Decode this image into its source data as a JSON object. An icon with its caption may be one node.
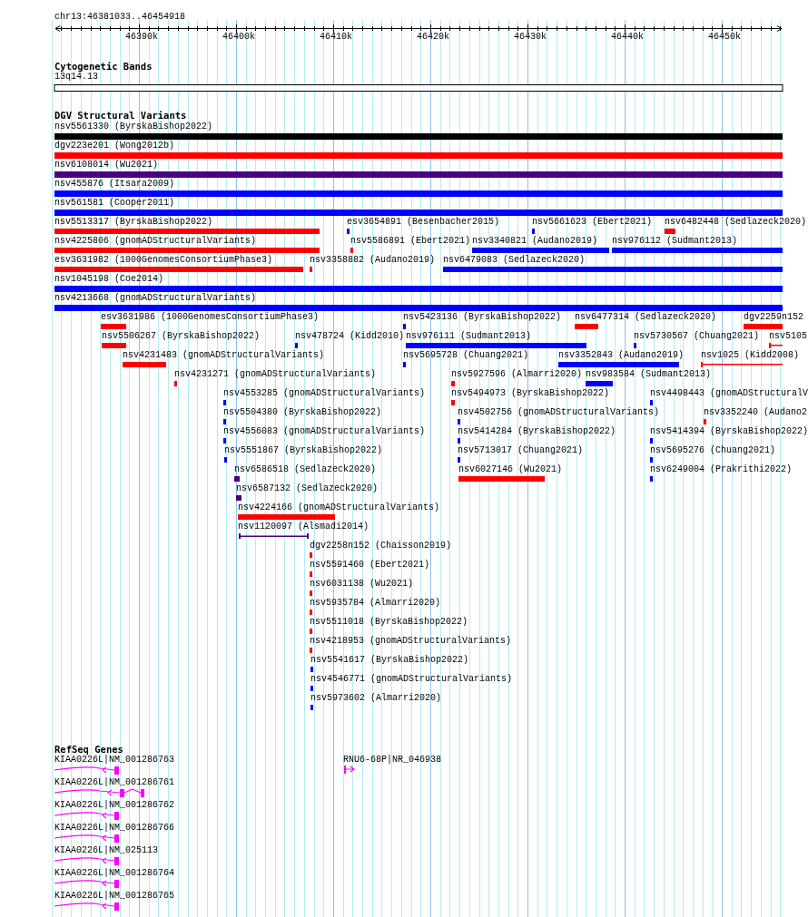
{
  "diagram": {
    "title": "chr13:46381033..46454918",
    "labels": [
      "46390k",
      "46400k",
      "46410k",
      "46420k",
      "46430k",
      "46440k",
      "46450k",
      "Cytogenetic Bands",
      "13q14.13",
      "DGV Structural Variants",
      "nsv5561330 (ByrskaBishop2022)",
      "dgv223e201 (Wong2012b)",
      "nsv6108014 (Wu2021)",
      "nsv455876 (Itsara2009)",
      "nsv561581 (Cooper2011)",
      "nsv5513317 (ByrskaBishop2022)",
      "esv3654891 (Besenbacher2015)",
      "nsv5661623 (Ebert2021)",
      "nsv6482448 (Sedlazeck2020)",
      "nsv4225806 (gnomADStructuralVariants)",
      "nsv5586891 (Ebert2021)",
      "nsv3340821 (Audano2019)",
      "nsv976112 (Sudmant2013)",
      "esv3631982 (1000GenomesConsortiumPhase3)",
      "nsv3358882 (Audano2019)",
      "nsv6479083 (Sedlazeck2020)",
      "nsv1045198 (Coe2014)",
      "nsv4213668 (gnomADStructuralVariants)",
      "esv3631986 (1000GenomesConsortiumPhase3)",
      "nsv5423136 (ByrskaBishop2022)",
      "nsv6477314 (Sedlazeck2020)",
      "dgv2259n152",
      "nsv5506267 (ByrskaBishop2022)",
      "nsv478724 (Kidd2010)",
      "nsv976111 (Sudmant2013)",
      "nsv5730567 (Chuang2021)",
      "nsv5105",
      "nsv4231483 (gnomADStructuralVariants)",
      "nsv5695728 (Chuang2021)",
      "nsv3352843 (Audano2019)",
      "nsv1025 (Kidd2008)",
      "nsv4231271 (gnomADStructuralVariants)",
      "nsv5927596 (Almarri2020)",
      "nsv983584 (Sudmant2013)",
      "nsv4553285 (gnomADStructuralVariants)",
      "nsv5494973 (ByrskaBishop2022)",
      "nsv4498443 (gnomADStructuralV",
      "nsv5504380 (ByrskaBishop2022)",
      "nsv4502756 (gnomADStructuralVariants)",
      "nsv3352240 (Audano2",
      "nsv4556083 (gnomADStructuralVariants)",
      "nsv5414284 (ByrskaBishop2022)",
      "nsv5414394 (ByrskaBishop2022)",
      "nsv5551867 (ByrskaBishop2022)",
      "nsv5713017 (Chuang2021)",
      "nsv5695276 (Chuang2021)",
      "nsv6586518 (Sedlazeck2020)",
      "nsv6027146 (Wu2021)",
      "nsv6249004 (Prakrithi2022)",
      "nsv6587132 (Sedlazeck2020)",
      "nsv4224166 (gnomADStructuralVariants)",
      "nsv1120097 (Alsmadi2014)",
      "dgv2258n152 (Chaisson2019)",
      "nsv5591460 (Ebert2021)",
      "nsv6031138 (Wu2021)",
      "nsv5935784 (Almarri2020)",
      "nsv5511018 (ByrskaBishop2022)",
      "nsv4218953 (gnomADStructuralVariants)",
      "nsv5541617 (ByrskaBishop2022)",
      "nsv4546771 (gnomADStructuralVariants)",
      "nsv5973602 (Almarri2020)",
      "RefSeq Genes",
      "KIAA0226L|NM_001286763",
      "RNU6-68P|NR_046938",
      "KIAA0226L|NM_001286761",
      "KIAA0226L|NM_001286762",
      "KIAA0226L|NM_001286766",
      "KIAA0226L|NM_025113",
      "KIAA0226L|NM_001286764",
      "KIAA0226L|NM_001286765"
    ]
  }
}
